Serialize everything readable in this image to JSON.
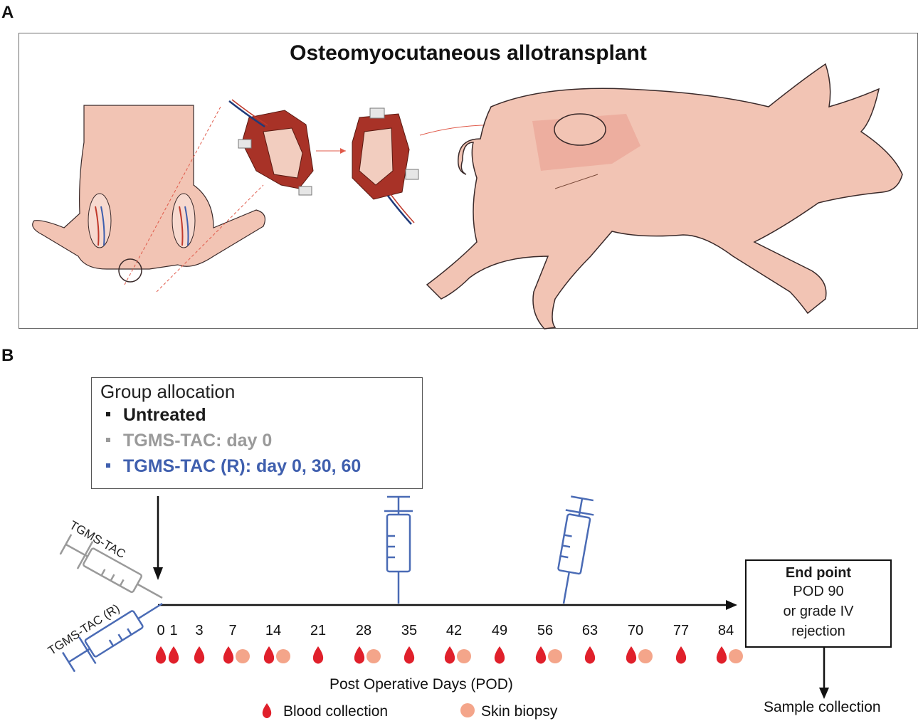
{
  "panel_a": {
    "letter": "A",
    "title": "Osteomyocutaneous allotransplant"
  },
  "panel_b": {
    "letter": "B",
    "group_box": {
      "title": "Group allocation",
      "items": [
        {
          "label": "Untreated",
          "color": "#1a1a1a"
        },
        {
          "label": "TGMS-TAC: day 0",
          "color": "#9a9a9a"
        },
        {
          "label": "TGMS-TAC (R): day 0, 30, 60",
          "color": "#3f5fae"
        }
      ]
    },
    "syringes": {
      "gray_label": "TGMS-TAC",
      "blue_label": "TGMS-TAC (R)"
    },
    "timeline": {
      "days": [
        "0",
        "1",
        "3",
        "7",
        "14",
        "21",
        "28",
        "35",
        "42",
        "49",
        "56",
        "63",
        "70",
        "77",
        "84"
      ],
      "samples": [
        {
          "day": "0",
          "blood": true,
          "skin": false
        },
        {
          "day": "1",
          "blood": true,
          "skin": false
        },
        {
          "day": "3",
          "blood": true,
          "skin": false
        },
        {
          "day": "7",
          "blood": true,
          "skin": true
        },
        {
          "day": "14",
          "blood": true,
          "skin": true
        },
        {
          "day": "21",
          "blood": true,
          "skin": false
        },
        {
          "day": "28",
          "blood": true,
          "skin": true
        },
        {
          "day": "35",
          "blood": true,
          "skin": false
        },
        {
          "day": "42",
          "blood": true,
          "skin": true
        },
        {
          "day": "49",
          "blood": true,
          "skin": false
        },
        {
          "day": "56",
          "blood": true,
          "skin": true
        },
        {
          "day": "63",
          "blood": true,
          "skin": false
        },
        {
          "day": "70",
          "blood": true,
          "skin": true
        },
        {
          "day": "77",
          "blood": true,
          "skin": false
        },
        {
          "day": "84",
          "blood": true,
          "skin": true
        }
      ],
      "axis_label": "Post Operative Days (POD)"
    },
    "endpoint": {
      "title": "End point",
      "lines": [
        "POD 90",
        "or grade  IV",
        "rejection"
      ]
    },
    "sample_collection": "Sample collection",
    "legend": {
      "blood": "Blood collection",
      "skin": "Skin biopsy"
    },
    "colors": {
      "blood": "#e0202b",
      "skin": "#f4a58a",
      "syringe_blue": "#4a6bb5",
      "syringe_gray": "#9a9a9a",
      "pig_skin": "#f2c4b4",
      "graft": "#a83227"
    }
  }
}
